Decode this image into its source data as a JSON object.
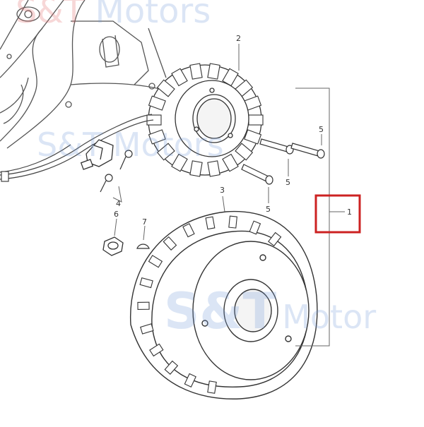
{
  "diagram": {
    "callouts": {
      "assembly": "1",
      "stator": "2",
      "flywheel": "3",
      "pulser": "4",
      "bolt": "5",
      "nut": "6",
      "key": "7"
    },
    "watermark": {
      "brand": "S&T",
      "suffix": "Motors",
      "bottom_suffix": "Motor"
    }
  },
  "colors": {
    "line": "#555555",
    "highlight": "#cc2222",
    "watermark_blue": "#6e96d7",
    "watermark_red": "#e16e6e"
  }
}
